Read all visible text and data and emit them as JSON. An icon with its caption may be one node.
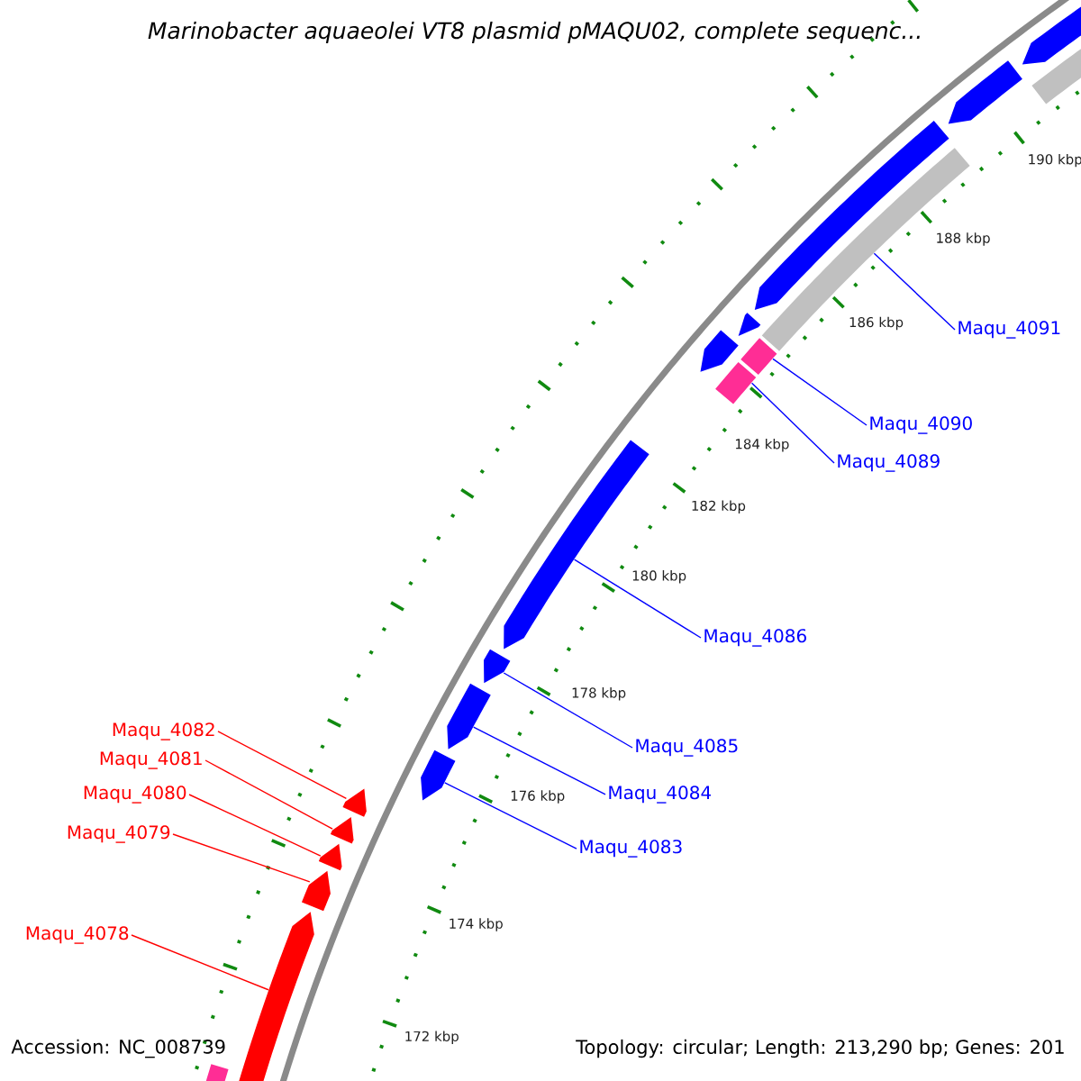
{
  "diagram": {
    "title": "Marinobacter aquaeolei VT8 plasmid pMAQU02, complete sequenc...",
    "nodes": [
      {
        "text": [
          "Maqu_4091"
        ]
      },
      {
        "text": [
          "Maqu_4090"
        ]
      },
      {
        "text": [
          "Maqu_4089"
        ]
      },
      {
        "text": [
          "Maqu_4086"
        ]
      },
      {
        "text": [
          "Maqu_4082"
        ]
      },
      {
        "text": [
          "Maqu_4085"
        ]
      },
      {
        "text": [
          "Maqu_4081"
        ]
      },
      {
        "text": [
          "Maqu_4084"
        ]
      },
      {
        "text": [
          "Maqu_4080"
        ]
      },
      {
        "text": [
          "Maqu_4079"
        ]
      },
      {
        "text": [
          "Maqu_4083"
        ]
      },
      {
        "text": [
          "Maqu_4078"
        ]
      },
      {
        "text": [],
        "shape": "box"
      },
      {
        "text": [],
        "shape": "box"
      },
      {
        "text": [],
        "shape": "box"
      },
      {
        "text": [],
        "shape": "bar"
      },
      {
        "text": [],
        "shape": "bar"
      },
      {
        "text": [],
        "shape": "bar"
      },
      {
        "text": [],
        "shape": "bar"
      },
      {
        "text": [],
        "shape": "bar"
      },
      {
        "text": [],
        "shape": "bar"
      },
      {
        "text": [],
        "shape": "bar"
      },
      {
        "text": [],
        "shape": "bar"
      },
      {
        "text": [],
        "shape": "bar"
      },
      {
        "text": [],
        "shape": "bar"
      },
      {
        "text": [],
        "shape": "box"
      },
      {
        "text": [],
        "shape": "bar"
      },
      {
        "text": [],
        "shape": "bar"
      },
      {
        "text": [],
        "shape": "bar"
      },
      {
        "text": [],
        "shape": "bar"
      },
      {
        "text": [],
        "shape": "box"
      }
    ],
    "edges": [
      {
        "from": 0,
        "to": 12,
        "arrow": "none"
      },
      {
        "from": 1,
        "to": 13,
        "arrow": "none"
      },
      {
        "from": 2,
        "to": 14,
        "arrow": "none"
      },
      {
        "from": 3,
        "to": 15,
        "arrow": "none"
      },
      {
        "from": 4,
        "to": 19,
        "arrow": "none",
        "color": "#ff0000"
      },
      {
        "from": 5,
        "to": 16,
        "arrow": "none"
      },
      {
        "from": 6,
        "to": 20,
        "arrow": "none",
        "color": "#ff0000"
      },
      {
        "from": 7,
        "to": 17,
        "arrow": "none"
      },
      {
        "from": 8,
        "to": 21,
        "arrow": "none",
        "color": "#ff0000"
      },
      {
        "from": 9,
        "to": 22,
        "arrow": "none",
        "color": "#ff0000"
      },
      {
        "from": 10,
        "to": 18,
        "arrow": "none"
      },
      {
        "from": 11,
        "to": 23,
        "arrow": "none",
        "color": "#ff0000"
      }
    ],
    "labels": [
      "190 kbp",
      "188 kbp",
      "186 kbp",
      "184 kbp",
      "182 kbp",
      "180 kbp",
      "178 kbp",
      "176 kbp",
      "174 kbp",
      "172 kbp",
      "Accession: NC_008739",
      "Topology: circular; Length: 213,290 bp; Genes: 201"
    ]
  }
}
